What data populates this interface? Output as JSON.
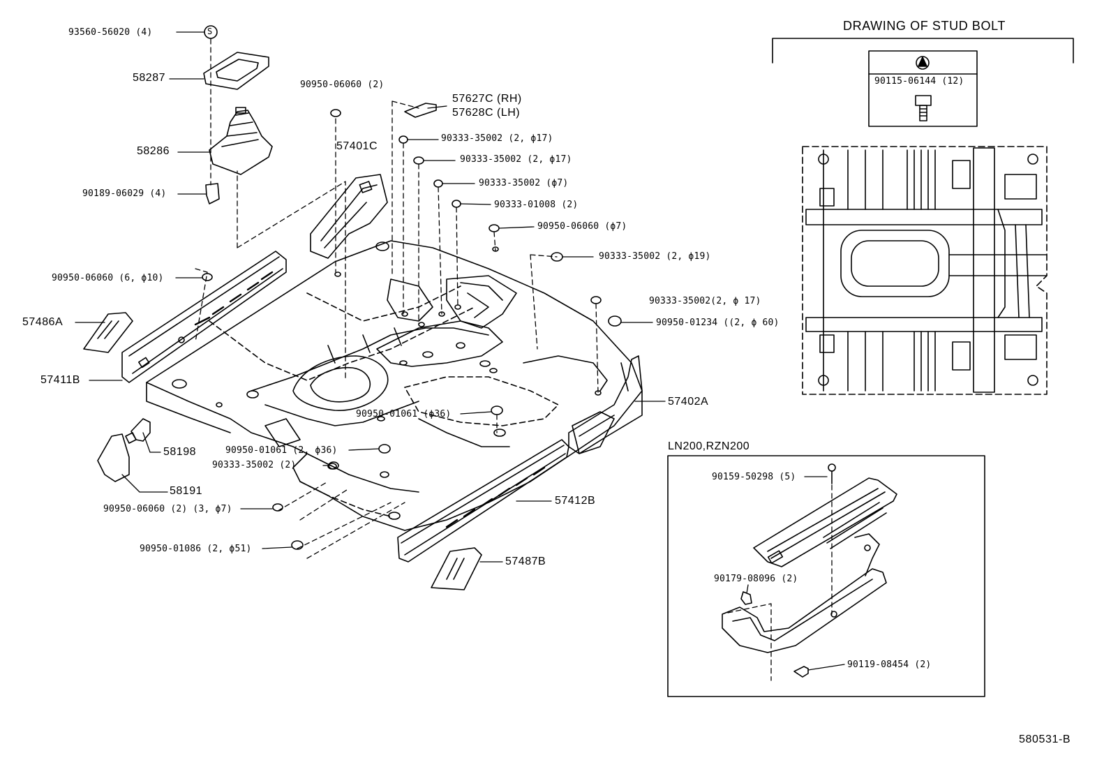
{
  "stud_bolt_panel": {
    "title": "DRAWING OF STUD BOLT",
    "legend_part": "90115-06144 (12)"
  },
  "variant_box": {
    "title": "LN200,RZN200"
  },
  "figure_id": "580531-B",
  "parts": {
    "p93560": "93560-56020 (4)",
    "p58287": "58287",
    "p58286": "58286",
    "p90189": "90189-06029 (4)",
    "p90950_a": "90950-06060 (2)",
    "p57627c": "57627C (RH)",
    "p57628c": "57628C (LH)",
    "p90333_a": "90333-35002 (2, ϕ17)",
    "p57401c": "57401C",
    "p90333_b": "90333-35002 (2, ϕ17)",
    "p90333_c": "90333-35002 (ϕ7)",
    "p90333_d": "90333-01008 (2)",
    "p90950_b": "90950-06060 (ϕ7)",
    "p90333_e": "90333-35002 (2, ϕ19)",
    "p90950_c": "90950-06060  (6, ϕ10)",
    "p57486a": "57486A",
    "p90333_f": "90333-35002(2, ϕ 17)",
    "p90950_d": "90950-01234 ((2, ϕ 60)",
    "p57411b": "57411B",
    "p57402a": "57402A",
    "p90950_e": "90950-01061 (ϕ36)",
    "p58198": "58198",
    "p90950_f": "90950-01061 (2, ϕ36)",
    "p90333_g": "90333-35002 (2)",
    "p58191": "58191",
    "p57412b": "57412B",
    "p90950_g": "90950-06060 (2)   (3, ϕ7)",
    "p90950_h": "90950-01086 (2, ϕ51)",
    "p57487b": "57487B",
    "p90159": "90159-50298 (5)",
    "p90179": "90179-08096 (2)",
    "p90119": "90119-08454 (2)"
  }
}
